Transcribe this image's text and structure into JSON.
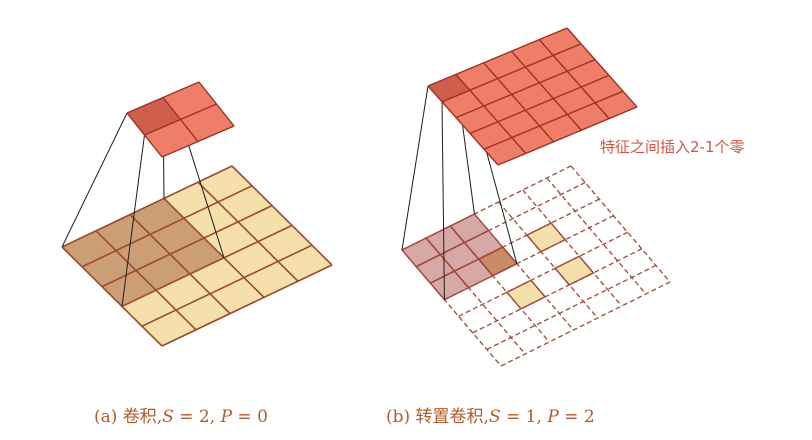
{
  "colors": {
    "output_fill": "#ef7e69",
    "output_active": "#d05e4d",
    "output_stroke": "#9b3325",
    "input_fill": "#f5dfaa",
    "input_kernel": "#cc9e75",
    "input_stroke": "#9b4a2b",
    "zero_stroke": "#a0483a",
    "transposed_kernel": "#d6a8a6",
    "transposed_active": "#c98a66",
    "caption": "#b45a2c",
    "note": "#d0564a"
  },
  "diagram_a": {
    "caption_prefix": "(a) 卷积,",
    "s_symbol": "S",
    "s_eq": " = 2, ",
    "p_symbol": "P",
    "p_eq": " = 0"
  },
  "diagram_b": {
    "caption_prefix": "(b) 转置卷积,",
    "s_symbol": "S",
    "s_eq": " = 1, ",
    "p_symbol": "P",
    "p_eq": " = 2",
    "annotation": "特征之间插入2-1个零"
  }
}
